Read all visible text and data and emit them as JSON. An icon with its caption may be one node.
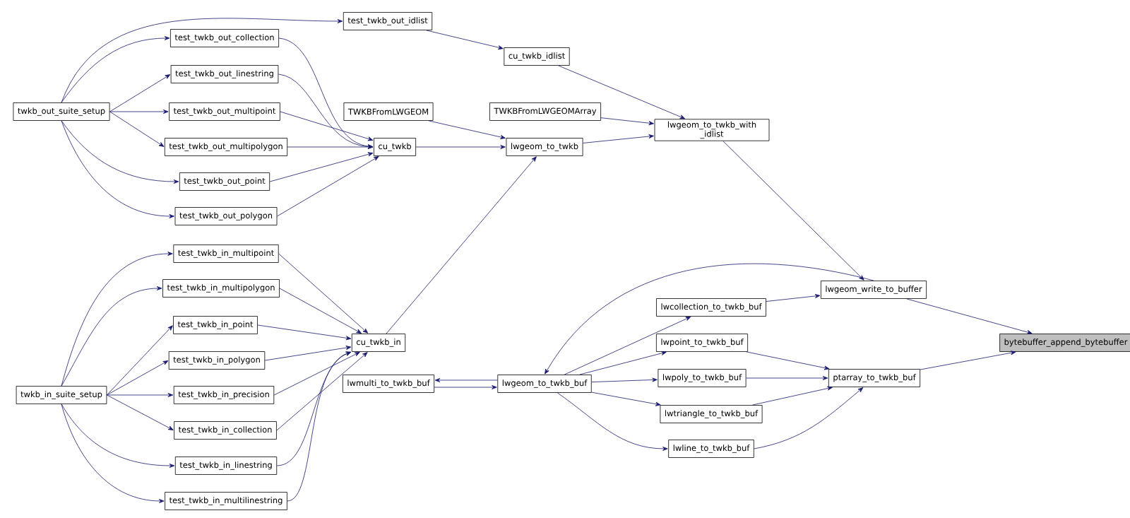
{
  "diagram": {
    "nodes": [
      {
        "text": [
          "twkb_out_suite_setup"
        ]
      },
      {
        "text": [
          "test_twkb_out_idlist"
        ]
      },
      {
        "text": [
          "test_twkb_out_collection"
        ]
      },
      {
        "text": [
          "test_twkb_out_linestring"
        ]
      },
      {
        "text": [
          "test_twkb_out_multipoint"
        ]
      },
      {
        "text": [
          "test_twkb_out_multipolygon"
        ]
      },
      {
        "text": [
          "test_twkb_out_point"
        ]
      },
      {
        "text": [
          "test_twkb_out_polygon"
        ]
      },
      {
        "text": [
          "cu_twkb_idlist"
        ]
      },
      {
        "text": [
          "TWKBFromLWGEOM"
        ]
      },
      {
        "text": [
          "TWKBFromLWGEOMArray"
        ]
      },
      {
        "text": [
          "cu_twkb"
        ]
      },
      {
        "text": [
          "lwgeom_to_twkb"
        ]
      },
      {
        "text": [
          "lwgeom_to_twkb_with _idlist"
        ]
      },
      {
        "text": [
          "test_twkb_in_multipoint"
        ]
      },
      {
        "text": [
          "test_twkb_in_multipolygon"
        ]
      },
      {
        "text": [
          "test_twkb_in_point"
        ]
      },
      {
        "text": [
          "test_twkb_in_polygon"
        ]
      },
      {
        "text": [
          "twkb_in_suite_setup"
        ]
      },
      {
        "text": [
          "test_twkb_in_precision"
        ]
      },
      {
        "text": [
          "test_twkb_in_collection"
        ]
      },
      {
        "text": [
          "test_twkb_in_linestring"
        ]
      },
      {
        "text": [
          "test_twkb_in_multilinestring"
        ]
      },
      {
        "text": [
          "cu_twkb_in"
        ]
      },
      {
        "text": [
          "lwgeom_write_to_buffer"
        ]
      },
      {
        "text": [
          "lwcollection_to_twkb_buf"
        ]
      },
      {
        "text": [
          "lwpoint_to_twkb_buf"
        ]
      },
      {
        "text": [
          "lwpoly_to_twkb_buf"
        ]
      },
      {
        "text": [
          "bytebuffer_append_bytebuffer"
        ]
      },
      {
        "text": [
          "lwmulti_to_twkb_buf"
        ]
      },
      {
        "text": [
          "lwgeom_to_twkb_buf"
        ]
      },
      {
        "text": [
          "ptarray_to_twkb_buf"
        ]
      },
      {
        "text": [
          "lwtriangle_to_twkb_buf"
        ]
      },
      {
        "text": [
          "lwline_to_twkb_buf"
        ]
      }
    ],
    "edges": [
      {
        "from": 0,
        "to": 1,
        "arrow": "to"
      },
      {
        "from": 0,
        "to": 2,
        "arrow": "to"
      },
      {
        "from": 0,
        "to": 3,
        "arrow": "to"
      },
      {
        "from": 0,
        "to": 4,
        "arrow": "to"
      },
      {
        "from": 0,
        "to": 5,
        "arrow": "to"
      },
      {
        "from": 0,
        "to": 6,
        "arrow": "to"
      },
      {
        "from": 0,
        "to": 7,
        "arrow": "to"
      },
      {
        "from": 1,
        "to": 8,
        "arrow": "to"
      },
      {
        "from": 8,
        "to": 13,
        "arrow": "to"
      },
      {
        "from": 2,
        "to": 11,
        "arrow": "to"
      },
      {
        "from": 3,
        "to": 11,
        "arrow": "to"
      },
      {
        "from": 4,
        "to": 11,
        "arrow": "to"
      },
      {
        "from": 5,
        "to": 11,
        "arrow": "to"
      },
      {
        "from": 6,
        "to": 11,
        "arrow": "to"
      },
      {
        "from": 7,
        "to": 11,
        "arrow": "to"
      },
      {
        "from": 9,
        "to": 12,
        "arrow": "to"
      },
      {
        "from": 10,
        "to": 13,
        "arrow": "to"
      },
      {
        "from": 11,
        "to": 12,
        "arrow": "to"
      },
      {
        "from": 12,
        "to": 13,
        "arrow": "to"
      },
      {
        "from": 13,
        "to": 24,
        "arrow": "to"
      },
      {
        "from": 18,
        "to": 14,
        "arrow": "to"
      },
      {
        "from": 18,
        "to": 15,
        "arrow": "to"
      },
      {
        "from": 18,
        "to": 16,
        "arrow": "to"
      },
      {
        "from": 18,
        "to": 17,
        "arrow": "to"
      },
      {
        "from": 18,
        "to": 19,
        "arrow": "to"
      },
      {
        "from": 18,
        "to": 20,
        "arrow": "to"
      },
      {
        "from": 18,
        "to": 21,
        "arrow": "to"
      },
      {
        "from": 18,
        "to": 22,
        "arrow": "to"
      },
      {
        "from": 14,
        "to": 23,
        "arrow": "to"
      },
      {
        "from": 15,
        "to": 23,
        "arrow": "to"
      },
      {
        "from": 16,
        "to": 23,
        "arrow": "to"
      },
      {
        "from": 17,
        "to": 23,
        "arrow": "to"
      },
      {
        "from": 19,
        "to": 23,
        "arrow": "to"
      },
      {
        "from": 20,
        "to": 23,
        "arrow": "to"
      },
      {
        "from": 21,
        "to": 23,
        "arrow": "to"
      },
      {
        "from": 22,
        "to": 23,
        "arrow": "to"
      },
      {
        "from": 23,
        "to": 12,
        "arrow": "to"
      },
      {
        "from": 24,
        "to": 28,
        "arrow": "to"
      },
      {
        "from": 24,
        "to": 30,
        "arrow": "to"
      },
      {
        "from": 25,
        "to": 24,
        "arrow": "to"
      },
      {
        "from": 30,
        "to": 25,
        "arrow": "to"
      },
      {
        "from": 30,
        "to": 26,
        "arrow": "to"
      },
      {
        "from": 30,
        "to": 27,
        "arrow": "to"
      },
      {
        "from": 30,
        "to": 32,
        "arrow": "to"
      },
      {
        "from": 30,
        "to": 33,
        "arrow": "to"
      },
      {
        "from": 30,
        "to": 29,
        "arrow": "to"
      },
      {
        "from": 29,
        "to": 30,
        "arrow": "to"
      },
      {
        "from": 26,
        "to": 31,
        "arrow": "to"
      },
      {
        "from": 27,
        "to": 31,
        "arrow": "to"
      },
      {
        "from": 32,
        "to": 31,
        "arrow": "to"
      },
      {
        "from": 33,
        "to": 31,
        "arrow": "to"
      },
      {
        "from": 31,
        "to": 28,
        "arrow": "to"
      }
    ]
  }
}
